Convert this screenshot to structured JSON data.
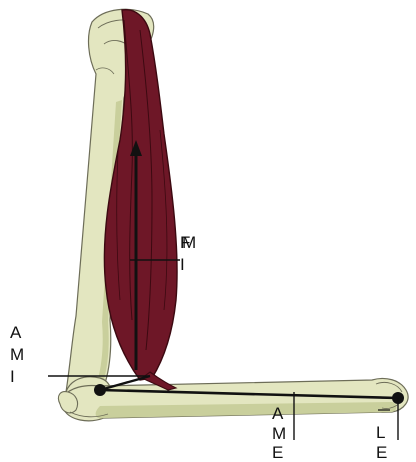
{
  "diagram": {
    "colors": {
      "bone": "#e3e6c0",
      "bone_shade": "#c9cf9c",
      "bone_outline": "#6d6d58",
      "muscle": "#6e1727",
      "muscle_dark": "#3c0911",
      "line": "#111111",
      "background": "#ffffff"
    },
    "labels": {
      "force_top": "F",
      "force_bottom": "M",
      "force_i": "I",
      "axis_a": "A",
      "axis_m": "M",
      "axis_i": "I",
      "arm_a": "A",
      "arm_m": "M",
      "arm_e": "E",
      "load_l": "L",
      "load_e": "E"
    }
  }
}
